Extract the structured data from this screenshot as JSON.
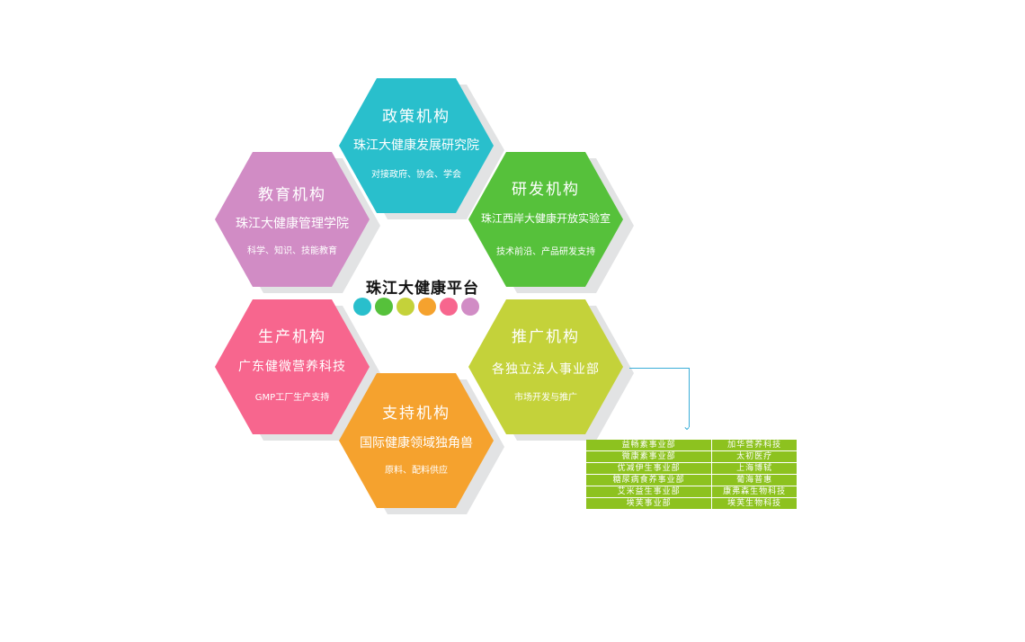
{
  "center": {
    "title": "珠江大健康平台",
    "dot_colors": [
      "#29bfcc",
      "#56c13b",
      "#c4d23a",
      "#f5a22e",
      "#f7668e",
      "#d18cc5"
    ]
  },
  "hexagons": {
    "policy": {
      "title": "政策机构",
      "sub": "珠江大健康发展研究院",
      "desc": "对接政府、协会、学会",
      "color": "#29bfcc"
    },
    "rd": {
      "title": "研发机构",
      "sub": "珠江西岸大健康开放实验室",
      "desc": "技术前沿、产品研发支持",
      "color": "#56c13b"
    },
    "education": {
      "title": "教育机构",
      "sub": "珠江大健康管理学院",
      "desc": "科学、知识、技能教育",
      "color": "#d18cc5"
    },
    "production": {
      "title": "生产机构",
      "sub": "广东健微营养科技",
      "desc": "GMP工厂生产支持",
      "color": "#f7668e"
    },
    "promotion": {
      "title": "推广机构",
      "sub": "各独立法人事业部",
      "desc": "市场开发与推广",
      "color": "#c4d23a"
    },
    "support": {
      "title": "支持机构",
      "sub": "国际健康领域独角兽",
      "desc": "原料、配料供应",
      "color": "#f5a22e"
    }
  },
  "units": [
    [
      "益畅素事业部",
      "加华营养科技"
    ],
    [
      "微康素事业部",
      "太初医疗"
    ],
    [
      "优减伊生事业部",
      "上海博轼"
    ],
    [
      "糖尿病食养事业部",
      "葡海普惠"
    ],
    [
      "艾米益生事业部",
      "康弗森生物科技"
    ],
    [
      "埃芙事业部",
      "埃芙生物科技"
    ]
  ]
}
